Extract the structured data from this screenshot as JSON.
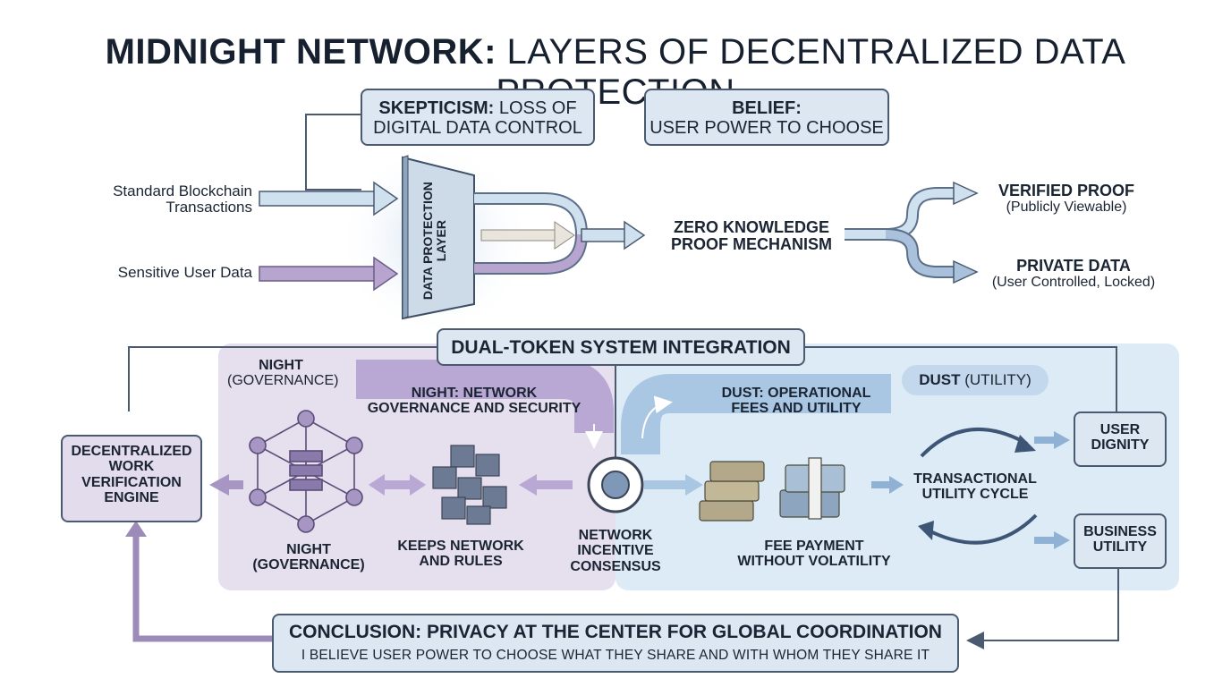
{
  "title": {
    "bold": "MIDNIGHT NETWORK:",
    "rest": "LAYERS OF DECENTRALIZED DATA PROTECTION"
  },
  "top": {
    "skepticism_bold": "SKEPTICISM:",
    "skepticism_rest_1": "LOSS OF",
    "skepticism_rest_2": "DIGITAL DATA CONTROL",
    "belief_bold": "BELIEF:",
    "belief_rest": "USER POWER TO CHOOSE",
    "input_1_line_1": "Standard Blockchain",
    "input_1_line_2": "Transactions",
    "input_2": "Sensitive User Data",
    "layer_1": "DATA PROTECTION",
    "layer_2": "LAYER",
    "zk_1": "ZERO KNOWLEDGE",
    "zk_2": "PROOF MECHANISM",
    "out_1_title": "VERIFIED PROOF",
    "out_1_sub": "(Publicly Viewable)",
    "out_2_title": "PRIVATE DATA",
    "out_2_sub": "(User Controlled, Locked)"
  },
  "bottom": {
    "dual_token": "DUAL-TOKEN SYSTEM INTEGRATION",
    "engine_1": "DECENTRALIZED",
    "engine_2": "WORK",
    "engine_3": "VERIFICATION",
    "engine_4": "ENGINE",
    "night_top_1": "NIGHT",
    "night_top_2": "(GOVERNANCE)",
    "night_bottom_1": "NIGHT",
    "night_bottom_2": "(GOVERNANCE)",
    "night_banner_1": "NIGHT: NETWORK",
    "night_banner_2": "GOVERNANCE AND SECURITY",
    "keeps_1": "KEEPS NETWORK",
    "keeps_2": "AND RULES",
    "center_1": "NETWORK",
    "center_2": "INCENTIVE",
    "center_3": "CONSENSUS",
    "dust_banner_1": "DUST: OPERATIONAL",
    "dust_banner_2": "FEES AND UTILITY",
    "dust_label_bold": "DUST",
    "dust_label_rest": "(UTILITY)",
    "fee_1": "FEE PAYMENT",
    "fee_2": "WITHOUT VOLATILITY",
    "cycle_1": "TRANSACTIONAL",
    "cycle_2": "UTILITY CYCLE",
    "user_1": "USER",
    "user_2": "DIGNITY",
    "business_1": "BUSINESS",
    "business_2": "UTILITY",
    "conclusion_title": "CONCLUSION: PRIVACY AT THE CENTER FOR GLOBAL COORDINATION",
    "conclusion_sub": "I BELIEVE USER POWER TO CHOOSE WHAT THEY SHARE AND WITH WHOM THEY SHARE IT"
  },
  "colors": {
    "ink": "#1b2433",
    "box_fill": "#dde7f2",
    "box_border": "#4a5a70",
    "lavender_panel": "#e6dfee",
    "blue_panel": "#dcebf6",
    "purple_arrow": "#9c8bb8",
    "blue_arrow": "#7fa6c9"
  }
}
